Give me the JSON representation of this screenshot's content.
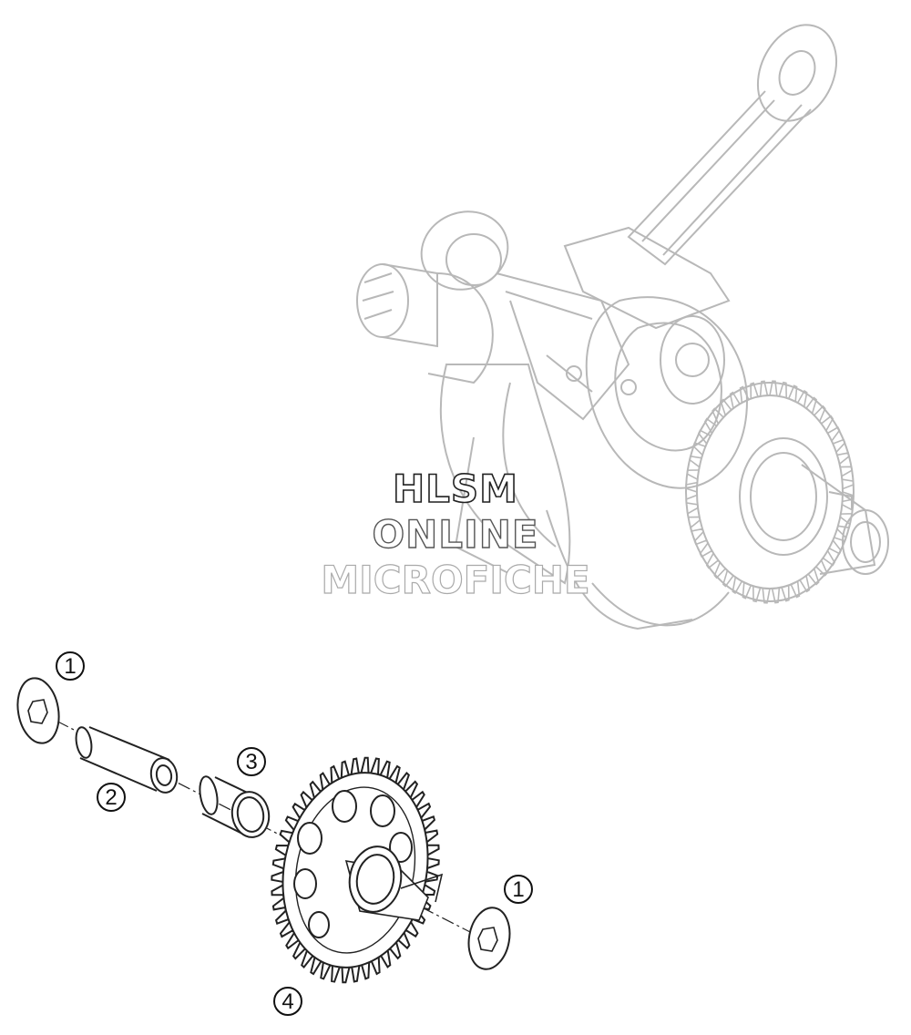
{
  "watermark": {
    "line1": "HLSM",
    "line2": "ONLINE",
    "line3": "MICROFICHE"
  },
  "callouts": [
    {
      "id": "c1a",
      "number": "1"
    },
    {
      "id": "c2",
      "number": "2"
    },
    {
      "id": "c3",
      "number": "3"
    },
    {
      "id": "c1b",
      "number": "1"
    },
    {
      "id": "c4",
      "number": "4"
    }
  ],
  "colors": {
    "line": "#222222",
    "faint": "#b8b8b8",
    "background": "#ffffff"
  }
}
